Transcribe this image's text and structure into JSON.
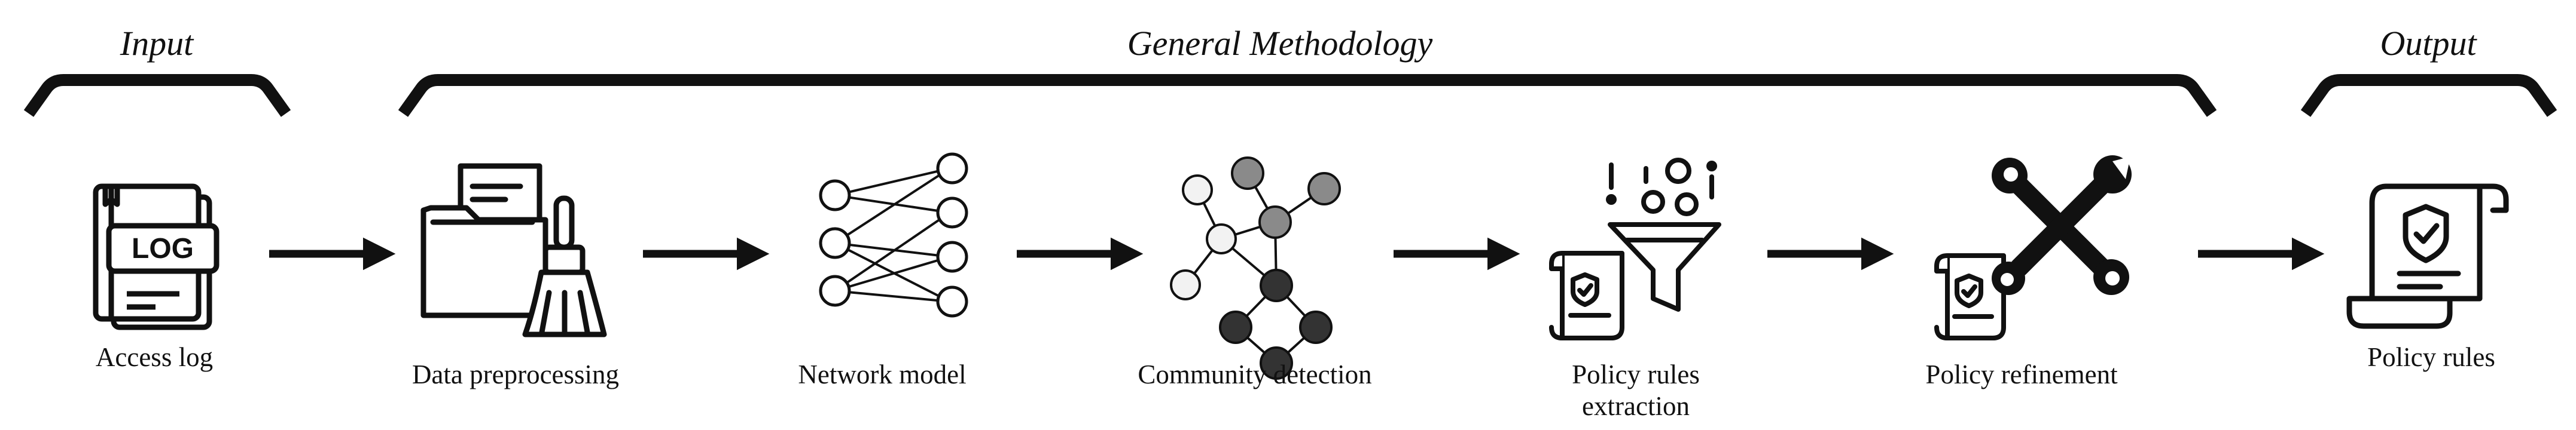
{
  "sections": {
    "input": "Input",
    "methodology": "General Methodology",
    "output": "Output"
  },
  "steps": {
    "access_log": "Access log",
    "log_badge": "LOG",
    "data_preprocessing": "Data preprocessing",
    "network_model": "Network model",
    "community_detection": "Community detection",
    "policy_rules_extraction_1": "Policy rules",
    "policy_rules_extraction_2": "extraction",
    "policy_refinement": "Policy refinement",
    "policy_rules": "Policy rules"
  },
  "icons": {
    "access_log": "log-file-icon",
    "data_preprocessing": "folder-broom-icon",
    "network_model": "neural-network-icon",
    "community_detection": "graph-clusters-icon",
    "policy_rules_extraction": "funnel-document-icon",
    "policy_refinement": "wrench-document-icon",
    "policy_rules": "shield-scroll-icon"
  },
  "colors": {
    "ink": "#111111",
    "node_light": "#f2f2f2",
    "node_mid": "#8a8a8a",
    "node_dark": "#333333"
  }
}
